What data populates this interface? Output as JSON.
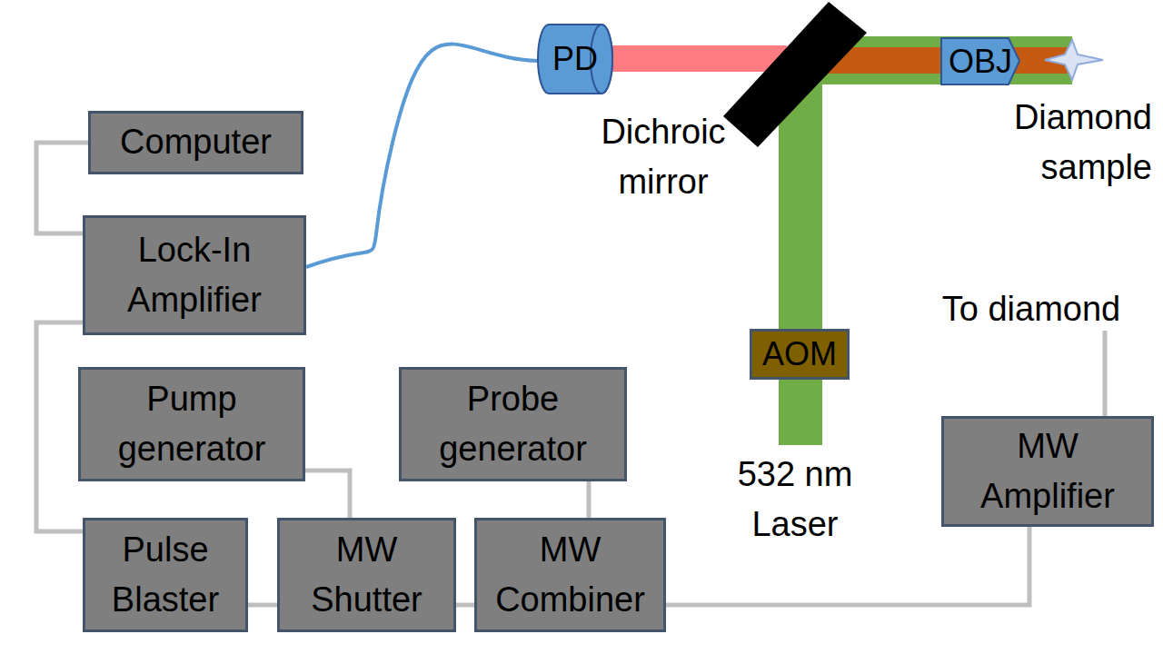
{
  "diagram": {
    "nodes": [
      {
        "text": [
          "PD"
        ]
      },
      {
        "text": [
          "OBJ"
        ]
      },
      {
        "text": [
          "Computer"
        ]
      },
      {
        "text": [
          "Lock-In Amplifier"
        ]
      },
      {
        "text": [
          "AOM"
        ]
      },
      {
        "text": [
          "Pump generator"
        ]
      },
      {
        "text": [
          "Probe generator"
        ]
      },
      {
        "text": [
          "MW Amplifier"
        ]
      },
      {
        "text": [
          "Pulse Blaster"
        ]
      },
      {
        "text": [
          "MW Shutter"
        ]
      },
      {
        "text": [
          "MW Combiner"
        ]
      }
    ],
    "edges": [
      {
        "from": 2,
        "to": 3,
        "arrow": "none"
      },
      {
        "from": 3,
        "to": 8,
        "arrow": "none"
      },
      {
        "from": 5,
        "to": 9,
        "arrow": "none"
      },
      {
        "from": 8,
        "to": 9,
        "arrow": "none"
      },
      {
        "from": 9,
        "to": 10,
        "arrow": "none"
      },
      {
        "from": 6,
        "to": 10,
        "arrow": "none"
      },
      {
        "from": 10,
        "to": 7,
        "arrow": "none"
      },
      {
        "from": 3,
        "to": 0,
        "arrow": "none"
      }
    ],
    "labels": [
      "Dichroic mirror",
      "Diamond sample",
      "To diamond",
      "532 nm Laser"
    ]
  }
}
